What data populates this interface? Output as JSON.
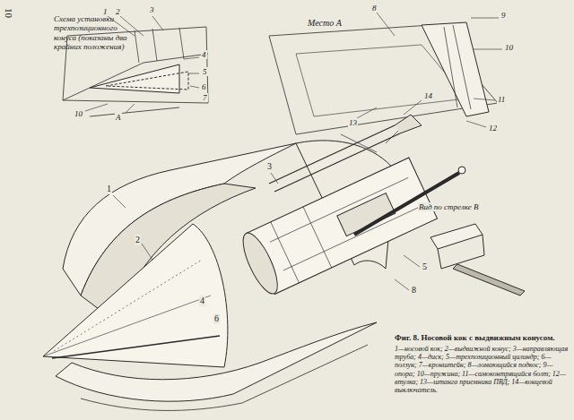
{
  "diagram": {
    "caption": "Фиг. 8. Носовой кок с выдвижным конусом.",
    "labels": [
      "10",
      "Схема установки трехпозиционного конуса (показаны два крайних положения)",
      "1",
      "2",
      "3",
      "4",
      "5",
      "6",
      "7",
      "10",
      "А",
      "Место А",
      "8",
      "9",
      "10",
      "11",
      "12",
      "13",
      "14",
      "Вид по стрелке В",
      "1",
      "2",
      "3",
      "4",
      "5",
      "6",
      "8",
      "1—носовой кок; 2—выдвижной конус; 3—направляющая труба; 4—диск; 5—трехпозиционный цилиндр; 6—ползун; 7—кронштейн; 8—ломающийся подкос; 9—опора; 10—пружина; 11—самоконтрящийся болт; 12—втулка; 13—штанга приемника ПВД; 14—концевой выключатель."
    ]
  }
}
